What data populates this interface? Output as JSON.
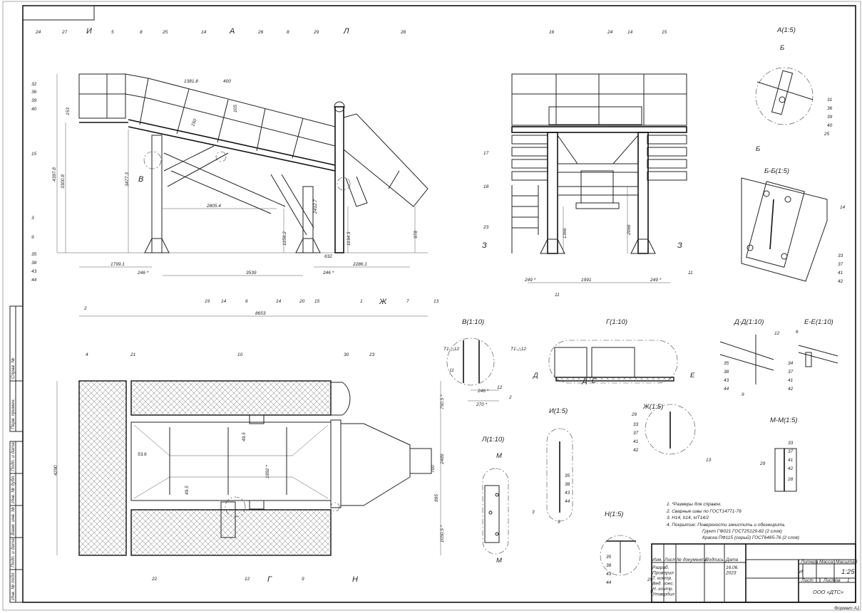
{
  "sheet": {
    "format_label": "Формат А1"
  },
  "side_view": {
    "callouts": [
      "24",
      "27",
      "И",
      "5",
      "8",
      "25",
      "14",
      "А",
      "26",
      "8",
      "29",
      "Л",
      "28",
      "32",
      "36",
      "39",
      "40",
      "15",
      "3",
      "9",
      "35",
      "38",
      "43",
      "44",
      "2",
      "19",
      "14",
      "6",
      "14",
      "20",
      "15",
      "1",
      "Ж",
      "7",
      "13",
      "В"
    ],
    "dims": [
      "1381.8",
      "400",
      "105",
      "150",
      "153",
      "4397.8",
      "3300.8",
      "3477.3",
      "2805.4",
      "1256.2",
      "2412.7",
      "1134.3",
      "978",
      "632",
      "2286.1",
      "1799.1",
      "246 *",
      "3539",
      "246 *",
      "8653"
    ]
  },
  "front_view": {
    "callouts": [
      "16",
      "24",
      "14",
      "15",
      "17",
      "18",
      "23",
      "11",
      "11",
      "З",
      "З"
    ],
    "dims": [
      "1366",
      "2066",
      "249 *",
      "1991",
      "249 *"
    ]
  },
  "detail_a": {
    "title": "А(1:5)",
    "labels": [
      "Б",
      "Б",
      "31",
      "36",
      "39",
      "40",
      "25"
    ]
  },
  "section_bb": {
    "title": "Б-Б(1:5)",
    "labels": [
      "14",
      "33",
      "37",
      "41",
      "42"
    ]
  },
  "plan_view": {
    "callouts": [
      "4",
      "21",
      "10",
      "30",
      "23",
      "22",
      "12",
      "Г",
      "9",
      "Н"
    ],
    "dims": [
      "4290",
      "53.6",
      "49.5",
      "1892 *",
      "49.5",
      "750.5 *",
      "700",
      "2489",
      "895",
      "1050.5 *"
    ]
  },
  "detail_v": {
    "title": "В(1:10)",
    "labels": [
      "Т1-△12",
      "Т1-△12",
      "11",
      "246 *",
      "12",
      "2",
      "270 *"
    ]
  },
  "detail_g": {
    "title": "Г(1:10)",
    "labels": [
      "Д",
      "Д",
      "Е",
      "Е"
    ]
  },
  "section_dd": {
    "title": "Д-Д(1:10)",
    "labels": [
      "12",
      "35",
      "38",
      "43",
      "44",
      "9"
    ]
  },
  "section_ee": {
    "title": "Е-Е(1:10)",
    "labels": [
      "6",
      "34",
      "37",
      "41",
      "42"
    ]
  },
  "detail_i": {
    "title": "И(1:5)",
    "labels": [
      "35",
      "38",
      "43",
      "44",
      "3",
      "9"
    ]
  },
  "detail_zh": {
    "title": "Ж(1:5)",
    "labels": [
      "29",
      "33",
      "37",
      "41",
      "42",
      "13"
    ]
  },
  "detail_l": {
    "title": "Л(1:10)",
    "labels": [
      "М",
      "М"
    ]
  },
  "section_mm": {
    "title": "М-М(1:5)",
    "labels": [
      "33",
      "37",
      "41",
      "42",
      "29",
      "28"
    ]
  },
  "detail_n": {
    "title": "Н(1:5)",
    "labels": [
      "35",
      "38",
      "43",
      "44",
      "29",
      "9"
    ]
  },
  "notes": [
    "1. *Размеры для справок.",
    "2. Сварные швы по ГОСТ14771-76",
    "3. Н14, h14, ±IT14/2",
    "4. Покрытие: Поверхности зачистить и обезжирить",
    "Грунт ГФ021 ГОСТ25129-82 (2 слоя)",
    "Краска ПФ115 (серый) ГОСТ6465-76 (2 слоя)"
  ],
  "title_block": {
    "columns": [
      "Изм.",
      "Лист",
      "№ документа",
      "Подпись",
      "Дата"
    ],
    "roles": [
      "Разраб.",
      "Провepил",
      "Т. контр.",
      "Вед. конс.",
      "Н. контр.",
      "Утвердил"
    ],
    "date_lines": [
      "16.06.",
      "2023"
    ],
    "litera_label": "Литера",
    "mass_label": "Масса",
    "scale_label": "Масштаб",
    "litera_value": "И",
    "scale_value": "1:25",
    "sheet_label": "Лист",
    "sheets_label": "Листов",
    "sheets_value": "1",
    "company": "ООО «ДТС»"
  },
  "left_strip": [
    "Перв. примен.",
    "Справ. №",
    "Подп. и дата",
    "Инв. № дубл.",
    "Взам. инв. №",
    "Подп. и дата",
    "Инв. № подл."
  ]
}
